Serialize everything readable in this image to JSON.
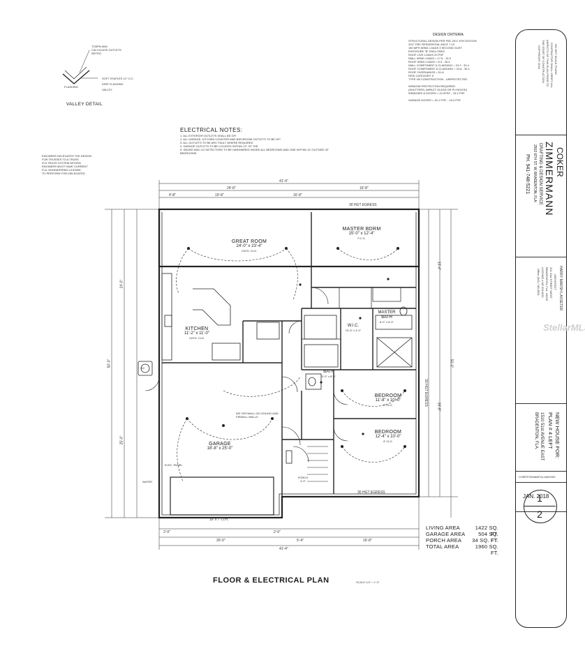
{
  "plan_title": "FLOOR & ELECTRICAL PLAN",
  "scale": "SCALE 1/4\" = 1'-0\"",
  "valley_detail": {
    "label": "VALLEY DETAIL",
    "notes": [
      "TCBPN AND",
      "CALCULATE OUTLETS",
      "RETRO",
      "SOFT STAPLES 12\" O.C.",
      "DRIP FLASHING",
      "VALLEY",
      "FLASHING"
    ]
  },
  "electrical_notes": {
    "title": "ELECTRICAL NOTES:",
    "items": [
      "1. ALL EXTERIOR OUTLETS SHALL BE GFI",
      "2. ALL GARAGE, KITCHEN COUNTER AND BATHROOM OUTLETS TO BE GFI",
      "3. ALL OUTLETS TO BE ARC FAULT WHERE REQUIRED",
      "4. GARAGE OUTLETS TO BE LOCATED WITHIN 12\" OF THE",
      "5. SMOKE AND CO DETECTORS TO BE HARDWIRED INSIDE ALL BEDROOMS AND ONE WITHIN 10' OUTSIDE OF BEDROOMS"
    ]
  },
  "left_note": [
    "ENGINEER DELEGATES THE DESIGN",
    "FOR TRUSSES TO A TRUSS",
    "IS A TRUSS SYSTEM DESIGN",
    "ENGINEER MUST HAVE CURRENT",
    "FLA. ENGINEERING LICENSE.",
    "TO PERFORM THIS DELEGATED"
  ],
  "design_criteria": {
    "title": "DESIGN CRITERIA",
    "items": [
      "STRUCTURAL DESIGN PER FBC 2017 6TH EDITION",
      "2017 FBC RESIDENTIAL    ASCE 7-10",
      "150 MPH WIND LOADS 3 SECOND GUST",
      "EXPOSURE \"B\" ENCLOSED",
      "ROOF LIVE LOADS 20 PSF",
      "WALL WIND LOADS = 17.6 - 19.9",
      "ROOF WIND LOADS = 8.3 - 26.4",
      "WALL COMPONENT & CLADDING = 24.2 - 32.4",
      "ROOF COMPONENT & CLADDING = 24.8 - 36.1",
      "ROOF OVERHANGS = 51.8",
      "RISK CATEGORY II",
      "TYPE VB CONSTRUCTION - UNPROTECTED",
      "",
      "WINDOW PROTECTION REQUIRED",
      "(SHUTTERS, IMPACT GLASS OR PLYWOOD)",
      "WINDOWS & DOORS  = 24.2PSF, - 34.2 PSF",
      "",
      "GARAGE DOORS = 20.1 PSF, - 24.2 PSF"
    ]
  },
  "rooms": [
    {
      "name": "GREAT ROOM",
      "size": "24'-0\" x 23'-4\"",
      "ceiling": "CATH. CLG."
    },
    {
      "name": "MASTER BDRM",
      "size": "15'-0\" x 12'-4\"",
      "ceiling": "F.C.G."
    },
    {
      "name": "KITCHEN",
      "size": "11'-2\" x 11'-0\"",
      "ceiling": "CATH. CLG."
    },
    {
      "name": "W.I.C.",
      "size": "10'-6\" x 4'-0\"",
      "ceiling": ""
    },
    {
      "name": "MASTER BATH",
      "size": "8'-0\" x 8'-0\"",
      "ceiling": ""
    },
    {
      "name": "BATH",
      "size": "5'-0\" x 8'-0\"",
      "ceiling": ""
    },
    {
      "name": "BEDROOM",
      "size": "11'-8\" x 10'-0\"",
      "ceiling": "8' CLG."
    },
    {
      "name": "BEDROOM",
      "size": "12'-4\" x 10'-0\"",
      "ceiling": "8' CLG."
    },
    {
      "name": "GARAGE",
      "size": "18'-8\" x 25'-0\"",
      "ceiling": ""
    },
    {
      "name": "PORCH",
      "size": "4'-0\"",
      "ceiling": ""
    }
  ],
  "dimensions": {
    "top_overall": "41'-4\"",
    "top_a": "24'-8\"",
    "top_b": "16'-8\"",
    "top_c": "4'-8\"",
    "top_d": "19'-8\"",
    "top_e": "16'-8\"",
    "bottom_overall": "41'-4\"",
    "bottom_a": "20'-0\"",
    "bottom_b": "5'-4\"",
    "bottom_c": "16'-8\"",
    "bottom_d": "2'-0\"",
    "bottom_e": "2'-0\"",
    "left_overall": "50'-0\"",
    "left_a": "24'-0\"",
    "left_b": "25'-0\"",
    "right_overall": "50'-0\"",
    "right_a": "13'-4\"",
    "right_b": "16'-8\"",
    "garage_door": "16' x 7' O.H.",
    "egress_top": "30 HGT EGRESS",
    "egress_bottom": "30 HGT EGRESS",
    "egress_side": "30 HGT EGRESS",
    "ac_label": "AC",
    "panel": "ELEC. PANEL",
    "water": "WATER",
    "soffit_note": "5/8\" DRYWALL ON CEILING AND FIRWALL WALLS"
  },
  "areas": [
    {
      "label": "LIVING AREA",
      "value": "1422 SQ. FT."
    },
    {
      "label": "GARAGE AREA",
      "value": "504 SQ. FT."
    },
    {
      "label": "PORCH AREA",
      "value": "34 SQ. FT."
    },
    {
      "label": "TOTAL AREA",
      "value": "1960 SQ. FT."
    }
  ],
  "title_block": {
    "company_top": "COKER",
    "company": "ZIMMERMANN",
    "company_sub": "DRAFTING & DESIGN SERVICE",
    "company_addr": "2502 6TH ST. W. BRADENTON, FLA.",
    "company_phone": "PH. 941-748-5221",
    "copyright": [
      "DO NOT SCALE PLANS",
      "CONTRACTOR SHALL VERIFY ALL",
      "ASPECTS OF THIS PLAN PRIOR TO",
      "THE START OF CONSTRUCTION",
      "COPYRIGHT 2018"
    ],
    "architect": [
      "HARRY MARSH LASSETER",
      "ARCHITECT",
      "201 31st STREET WEST",
      "BRADENTON, FLA. 34205",
      "LICENSE # AR 0014332",
      "Office (941) 748-0951"
    ],
    "project": "NEW HOUSE FOR:",
    "project_plan": "PLAN # 4 LEFT",
    "project_addr": "1510 51st AVENUE EAST",
    "project_city": "BRADENTON, FLA.",
    "drawn": "CHIEFFIX/MANFULLMAYWZ",
    "date": "JAN. 2018",
    "sheet": "1",
    "sheet_total": "2"
  },
  "watermark": "StellarMLS"
}
